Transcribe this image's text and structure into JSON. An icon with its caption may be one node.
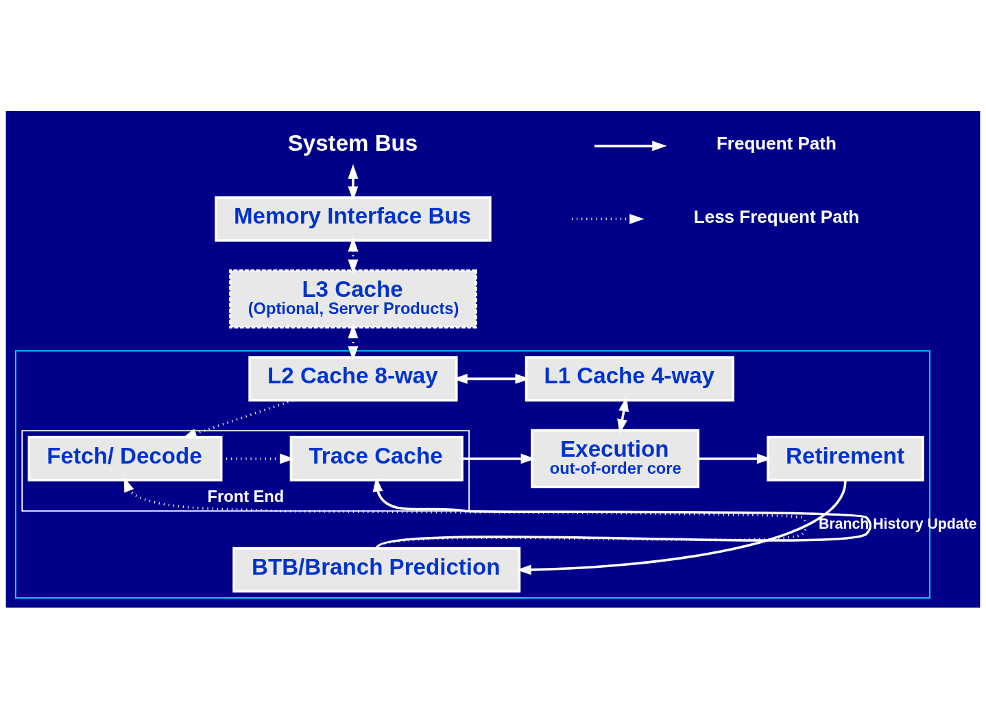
{
  "diagram": {
    "nodes": [
      {
        "text": [
          "System Bus"
        ]
      },
      {
        "text": [
          "Memory Interface Bus"
        ]
      },
      {
        "text": [
          "L3 Cache",
          "(Optional, Server Products)"
        ]
      },
      {
        "text": [],
        "shape": "box"
      },
      {
        "text": [
          "L2 Cache 8-way"
        ],
        "in": 3
      },
      {
        "text": [
          "L1 Cache 4-way"
        ],
        "in": 3
      },
      {
        "text": [
          "Front End"
        ],
        "in": 3
      },
      {
        "text": [
          "Fetch/ Decode"
        ],
        "in": 6
      },
      {
        "text": [
          "Trace Cache"
        ],
        "in": 6
      },
      {
        "text": [
          "Execution",
          "out-of-order core"
        ],
        "in": 3
      },
      {
        "text": [
          "Retirement"
        ],
        "in": 3
      },
      {
        "text": [
          "BTB/Branch Prediction"
        ],
        "in": 3
      }
    ],
    "edges": [
      {
        "from": 0,
        "to": 1,
        "arrow": "both"
      },
      {
        "from": 1,
        "to": 2,
        "arrow": "both",
        "style": "dashed"
      },
      {
        "from": 2,
        "to": 4,
        "arrow": "both",
        "style": "dashed"
      },
      {
        "from": 4,
        "to": 5,
        "arrow": "both"
      },
      {
        "from": 4,
        "to": 7,
        "arrow": "to",
        "style": "dashed"
      },
      {
        "from": 5,
        "to": 9,
        "arrow": "both"
      },
      {
        "from": 7,
        "to": 8,
        "arrow": "to",
        "style": "dashed"
      },
      {
        "from": 8,
        "to": 9,
        "arrow": "to"
      },
      {
        "from": 9,
        "to": 10,
        "arrow": "to"
      },
      {
        "from": 10,
        "to": 11,
        "arrow": "to",
        "label": "Branch History Update"
      },
      {
        "from": 11,
        "to": 7,
        "arrow": "to",
        "style": "dashed"
      },
      {
        "from": 11,
        "to": 8,
        "arrow": "to"
      }
    ],
    "legend": [
      {
        "text": "Frequent Path"
      },
      {
        "text": "Less Frequent Path"
      }
    ]
  }
}
